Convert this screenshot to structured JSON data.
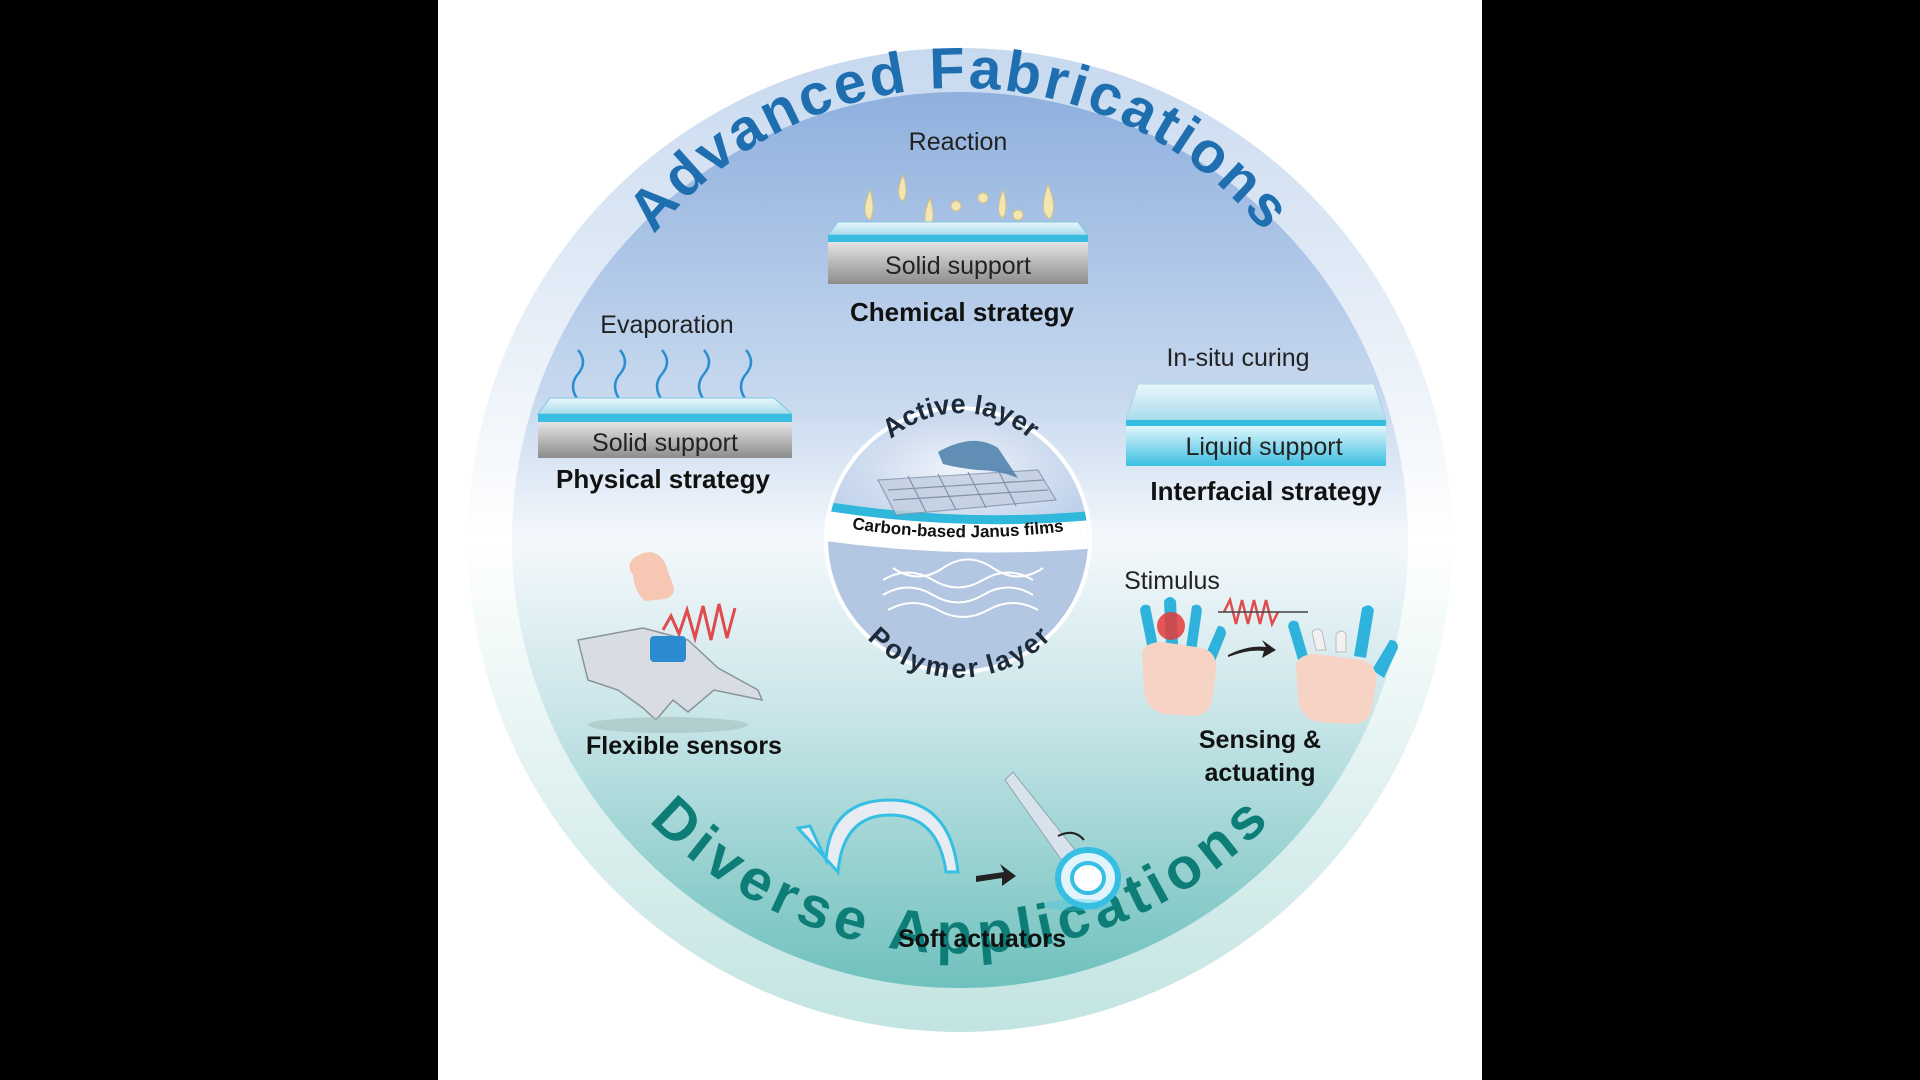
{
  "arc_titles": {
    "top": "Advanced Fabrications",
    "bottom": "Diverse Applications"
  },
  "center": {
    "active_layer": "Active layer",
    "film": "Carbon-based Janus films",
    "polymer_layer": "Polymer layer"
  },
  "fabrications": {
    "chemical": {
      "process": "Reaction",
      "support": "Solid support",
      "strategy": "Chemical strategy"
    },
    "physical": {
      "process": "Evaporation",
      "support": "Solid support",
      "strategy": "Physical strategy"
    },
    "interfacial": {
      "process": "In-situ curing",
      "support": "Liquid support",
      "strategy": "Interfacial strategy"
    }
  },
  "applications": {
    "sensors": {
      "label": "Flexible sensors"
    },
    "sensing": {
      "stimulus": "Stimulus",
      "label_line1": "Sensing &",
      "label_line2": "actuating"
    },
    "actuators": {
      "label": "Soft actuators"
    }
  },
  "colors": {
    "title_blue": "#1f6fb0",
    "title_teal": "#0e7d77",
    "water": "#3ec4e4",
    "support_gray": "#9a9a9a"
  }
}
